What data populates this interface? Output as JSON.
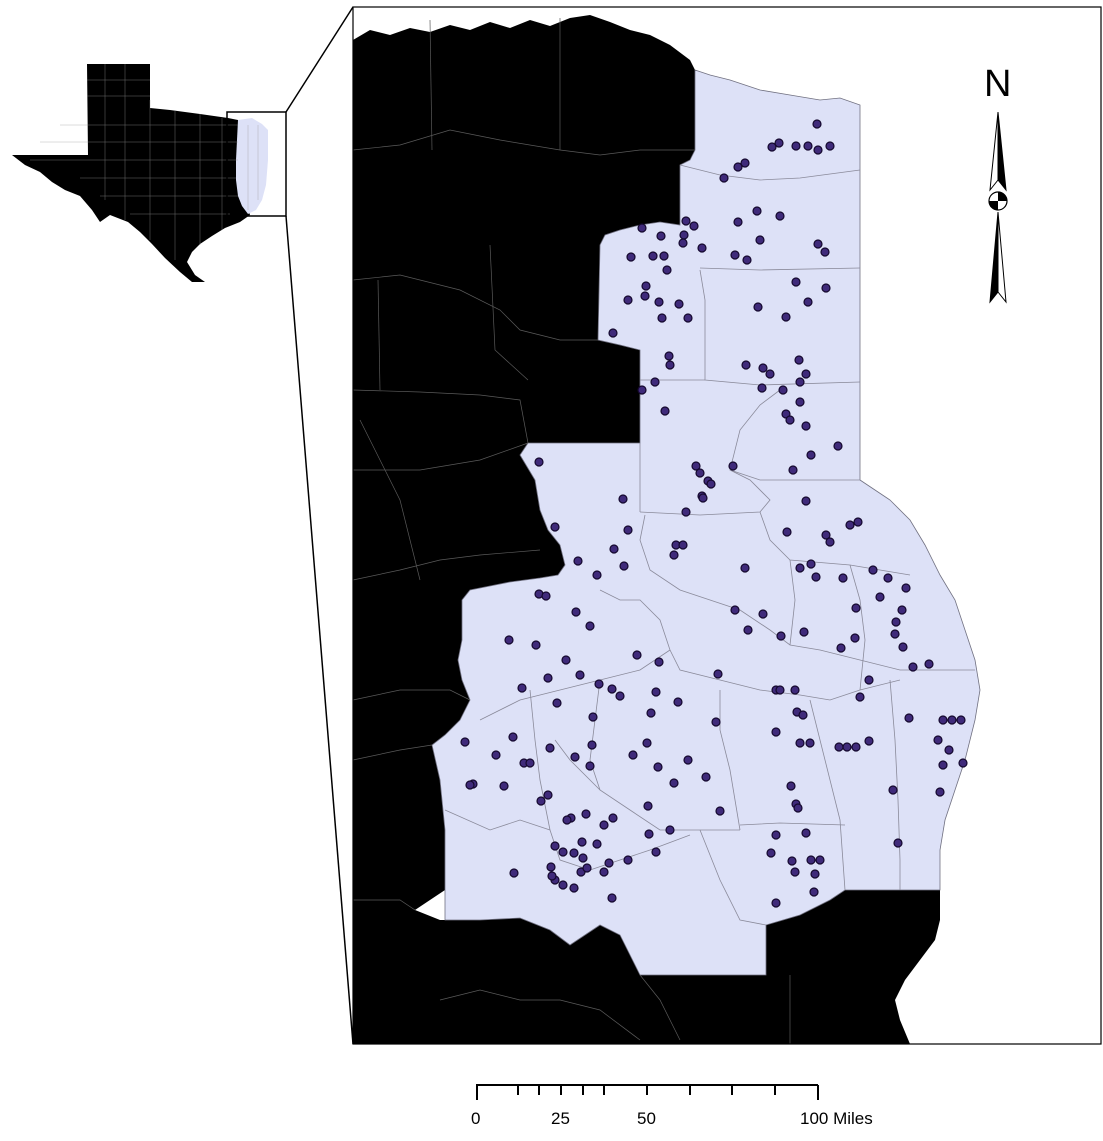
{
  "north_arrow": {
    "label": "N",
    "icon": "north-arrow-icon"
  },
  "scale_bar": {
    "ticks": [
      "0",
      "25",
      "50",
      "100 Miles"
    ],
    "unit": "Miles"
  },
  "colors": {
    "background": "#ffffff",
    "non_study_counties": "#000000",
    "study_region": "#dde1f7",
    "county_lines": "#8a8a9a",
    "site_points": "#3f2a7a",
    "site_outline": "#14082e",
    "frame": "#000000"
  },
  "legend_symbols": {
    "site_marker": "circle-point-icon",
    "inset": "texas-state-outline"
  }
}
